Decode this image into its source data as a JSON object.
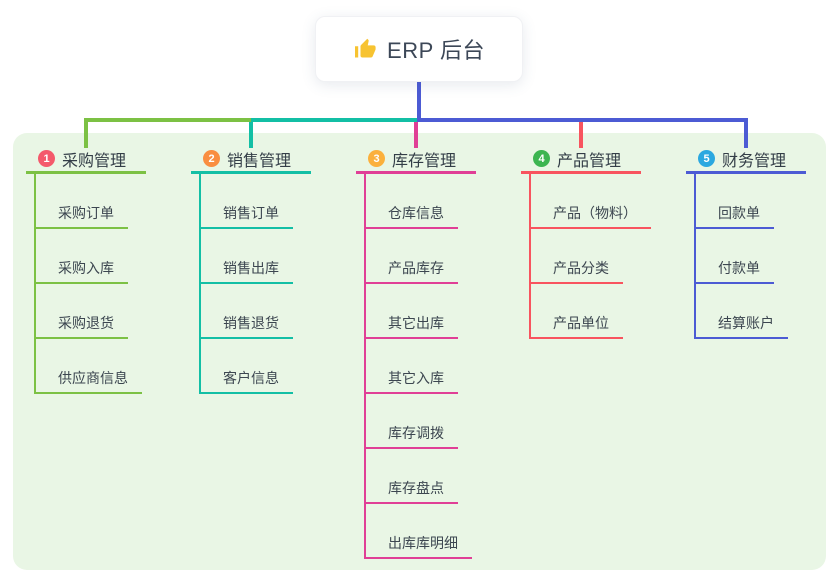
{
  "root": {
    "title": "ERP 后台",
    "icon": "thumbs-up-icon",
    "icon_color": "#f7c331",
    "connector_color": "#4c5bd4"
  },
  "canvas": {
    "panel_color": "#e9f6e5",
    "background_color": "#ffffff"
  },
  "branches": [
    {
      "index": "1",
      "title": "采购管理",
      "badge_color": "#f4596b",
      "line_color": "#7cc144",
      "children": [
        "采购订单",
        "采购入库",
        "采购退货",
        "供应商信息"
      ]
    },
    {
      "index": "2",
      "title": "销售管理",
      "badge_color": "#f98e41",
      "line_color": "#13bfa5",
      "children": [
        "销售订单",
        "销售出库",
        "销售退货",
        "客户信息"
      ]
    },
    {
      "index": "3",
      "title": "库存管理",
      "badge_color": "#fbb03c",
      "line_color": "#e03f96",
      "children": [
        "仓库信息",
        "产品库存",
        "其它出库",
        "其它入库",
        "库存调拨",
        "库存盘点",
        "出库库明细"
      ]
    },
    {
      "index": "4",
      "title": "产品管理",
      "badge_color": "#3db551",
      "line_color": "#f8545f",
      "children": [
        "产品（物料）",
        "产品分类",
        "产品单位"
      ]
    },
    {
      "index": "5",
      "title": "财务管理",
      "badge_color": "#2ba8e0",
      "line_color": "#4c5bd4",
      "children": [
        "回款单",
        "付款单",
        "结算账户"
      ]
    }
  ]
}
